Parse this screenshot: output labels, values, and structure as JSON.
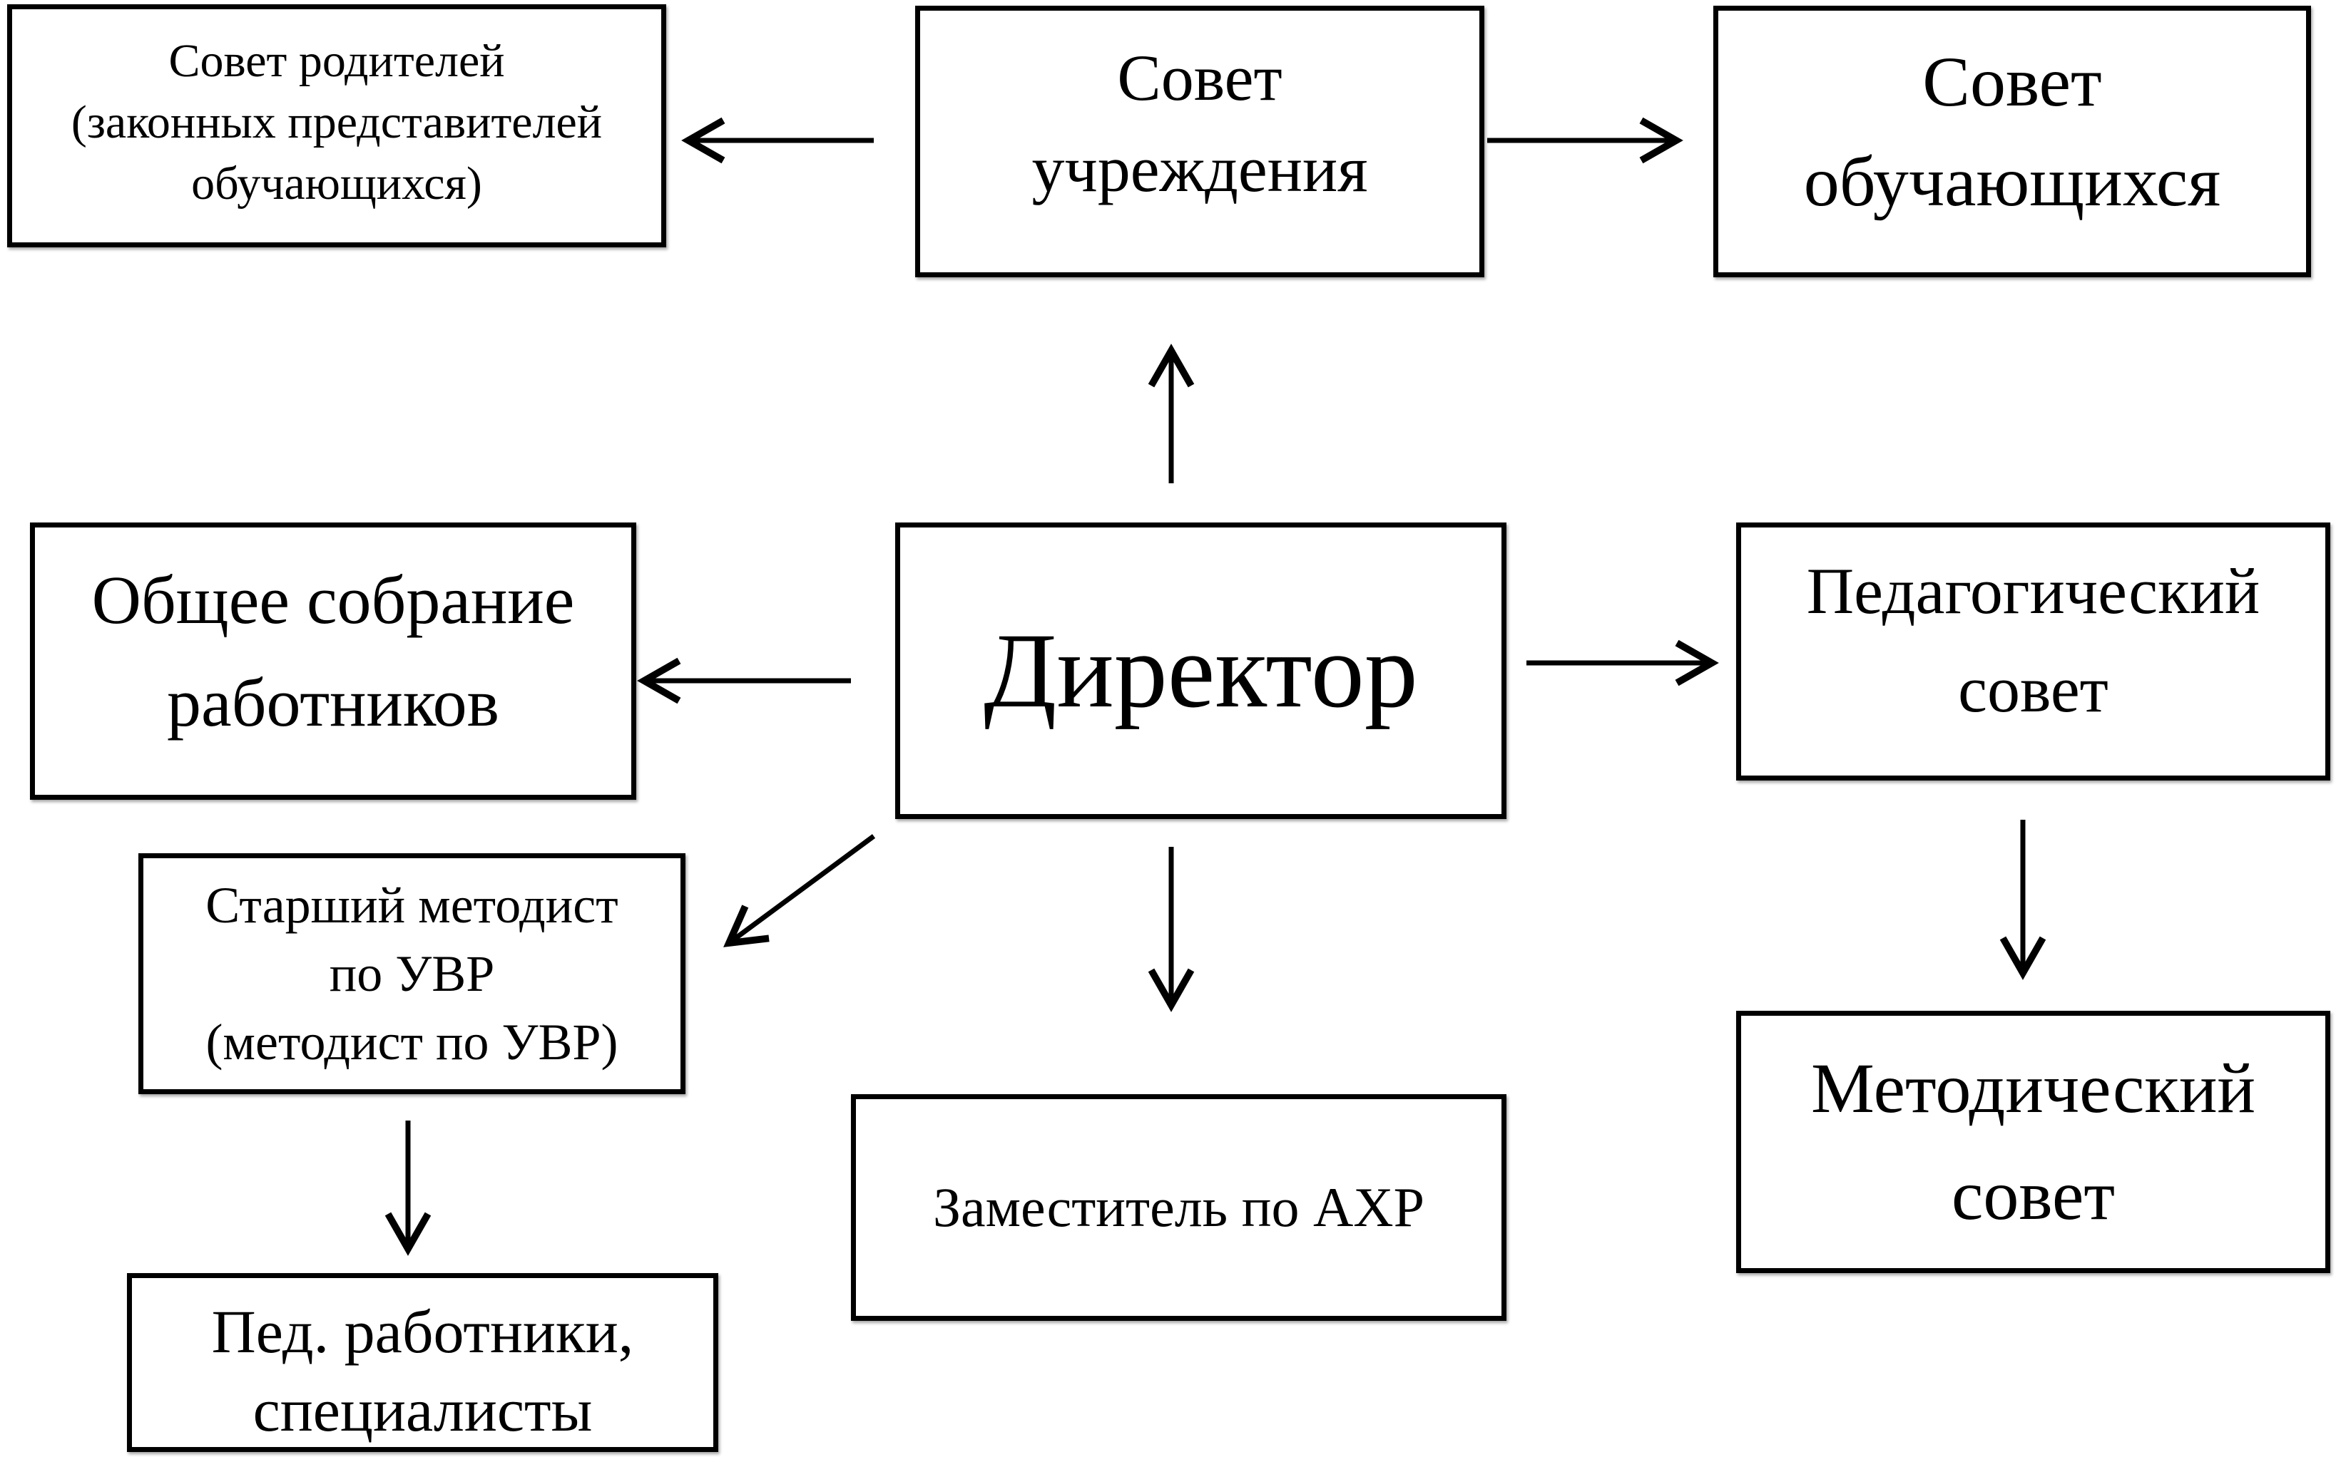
{
  "diagram": {
    "type": "organizational-structure",
    "nodes": {
      "parents_council": {
        "lines": [
          "Совет родителей",
          "(законных представителей",
          "обучающихся)"
        ]
      },
      "institution_council": {
        "lines": [
          "Совет",
          "учреждения"
        ]
      },
      "students_council": {
        "lines": [
          "Совет",
          "обучающихся"
        ]
      },
      "general_meeting": {
        "lines": [
          "Общее собрание",
          "работников"
        ]
      },
      "director": {
        "lines": [
          "Директор"
        ]
      },
      "pedagogical_council": {
        "lines": [
          "Педагогический",
          "совет"
        ]
      },
      "senior_methodist": {
        "lines": [
          "Старший методист",
          "по УВР",
          "(методист по УВР)"
        ]
      },
      "deputy_ahr": {
        "lines": [
          "Заместитель по АХР"
        ]
      },
      "methodical_council": {
        "lines": [
          "Методический",
          "совет"
        ]
      },
      "staff": {
        "lines": [
          "Пед. работники,",
          "специалисты"
        ]
      }
    },
    "edges": [
      {
        "from": "director",
        "to": "institution_council"
      },
      {
        "from": "institution_council",
        "to": "parents_council"
      },
      {
        "from": "institution_council",
        "to": "students_council"
      },
      {
        "from": "director",
        "to": "general_meeting"
      },
      {
        "from": "director",
        "to": "pedagogical_council"
      },
      {
        "from": "director",
        "to": "senior_methodist"
      },
      {
        "from": "director",
        "to": "deputy_ahr"
      },
      {
        "from": "pedagogical_council",
        "to": "methodical_council"
      },
      {
        "from": "senior_methodist",
        "to": "staff"
      }
    ],
    "colors": {
      "stroke": "#000000",
      "background": "#ffffff",
      "text": "#000000"
    }
  }
}
